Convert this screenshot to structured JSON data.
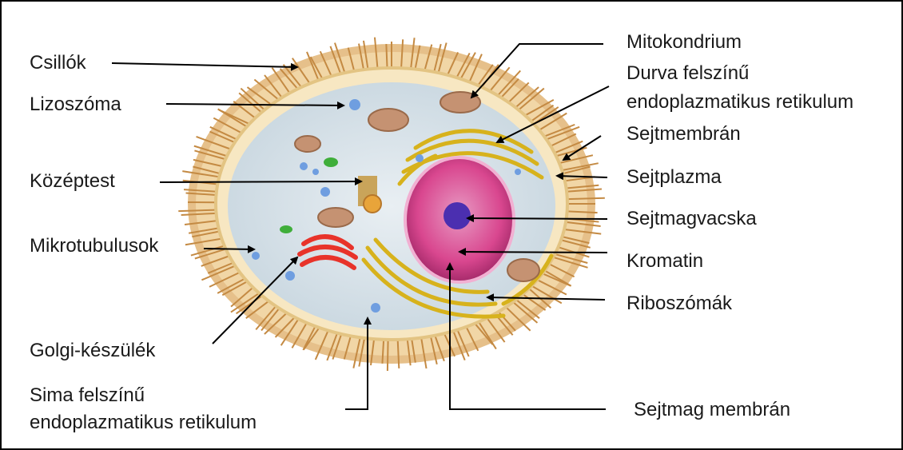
{
  "labels": {
    "csillok": "Csillók",
    "lizoszoma": "Lizoszóma",
    "kozeptest": "Középtest",
    "mikrotubulusok": "Mikrotubulusok",
    "golgi": "Golgi-készülék",
    "sima_er_line1": "Sima felszínű",
    "sima_er_line2": "endoplazmatikus retikulum",
    "mitokondrium": "Mitokondrium",
    "durva_er_line1": "Durva felszínű",
    "durva_er_line2": "endoplazmatikus retikulum",
    "sejtmembran": "Sejtmembrán",
    "sejtplazma": "Sejtplazma",
    "sejtmagvacska": "Sejtmagvacska",
    "kromatin": "Kromatin",
    "riboszomak": "Riboszómák",
    "sejtmag_membran": "Sejtmag membrán"
  },
  "colors": {
    "cilia": "#d9a35a",
    "membrane": "#f3dca8",
    "cytoplasm": "#dbe6ec",
    "nucleus": "#d9478f",
    "nucleolus": "#4b2fb0",
    "golgi": "#e8332a",
    "er": "#d7b21c",
    "mitochondria": "#b98463"
  }
}
